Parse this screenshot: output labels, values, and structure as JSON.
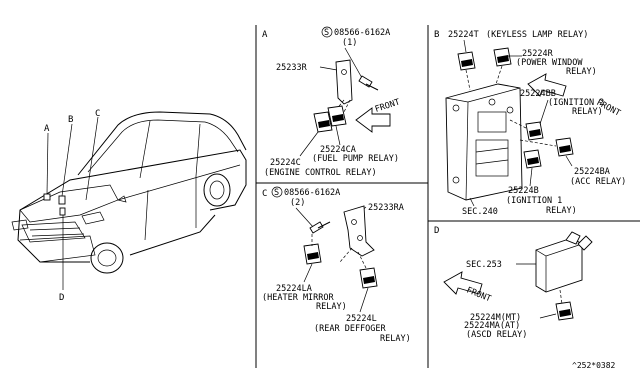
{
  "sections": {
    "a": {
      "letter": "A",
      "screw_symbol": "S",
      "screw_part": "08566-6162A",
      "screw_qty": "(1)",
      "bracket_part": "25233R",
      "front": "FRONT",
      "fuel_relay_part": "25224CA",
      "fuel_relay_name": "(FUEL PUMP RELAY)",
      "engine_relay_part": "25224C",
      "engine_relay_name": "(ENGINE CONTROL RELAY)"
    },
    "b": {
      "letter": "B",
      "keyless_part": "25224T",
      "keyless_name": "(KEYLESS LAMP RELAY)",
      "power_window_part": "25224R",
      "power_window_name_1": "(POWER WINDOW",
      "power_window_name_2": "RELAY)",
      "front": "FRONT",
      "ign2_part": "25224BB",
      "ign2_name_1": "(IGNITION 2",
      "ign2_name_2": "RELAY)",
      "acc_part": "25224BA",
      "acc_name": "(ACC RELAY)",
      "ign1_part": "25224B",
      "ign1_name_1": "(IGNITION 1",
      "ign1_name_2": "RELAY)",
      "sec_ref": "SEC.240"
    },
    "c": {
      "letter": "C",
      "screw_symbol": "S",
      "screw_part": "08566-6162A",
      "screw_qty": "(2)",
      "bracket_part": "25233RA",
      "heater_part": "25224LA",
      "heater_name_1": "(HEATER MIRROR",
      "heater_name_2": "RELAY)",
      "defogger_part": "25224L",
      "defogger_name_1": "(REAR DEFFOGER",
      "defogger_name_2": "RELAY)"
    },
    "d": {
      "letter": "D",
      "sec_ref": "SEC.253",
      "front": "FRONT",
      "ascd_part_1": "25224M(MT)",
      "ascd_part_2": "25224MA(AT)",
      "ascd_name": "(ASCD RELAY)"
    }
  },
  "car_callouts": [
    "A",
    "B",
    "C",
    "D"
  ],
  "diagram_code": "^252*0382"
}
